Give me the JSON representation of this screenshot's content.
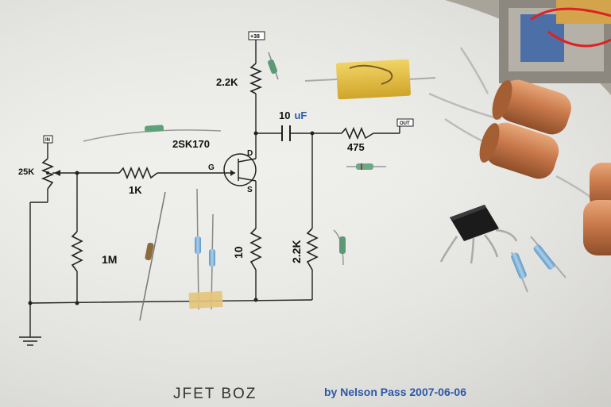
{
  "schematic": {
    "supply": "+38",
    "r_drain": "2.2K",
    "cap": "10",
    "cap_unit": "uF",
    "out": "OUT",
    "r_out": "475",
    "jfet": "2SK170",
    "pot": "25K",
    "in": "IN",
    "r_gate": "1K",
    "pin_g": "G",
    "pin_d": "D",
    "pin_s": "S",
    "r_input": "1M",
    "r_source": "10",
    "r_load": "2.2K",
    "title": "JFET BOZ",
    "author": "by Nelson Pass 2007-06-06"
  },
  "colors": {
    "paper": "#ececea",
    "ink": "#111111",
    "author_blue": "#2b58a8",
    "capacitor_copper": "#c8784a",
    "film_cap_yellow": "#e8c640"
  }
}
